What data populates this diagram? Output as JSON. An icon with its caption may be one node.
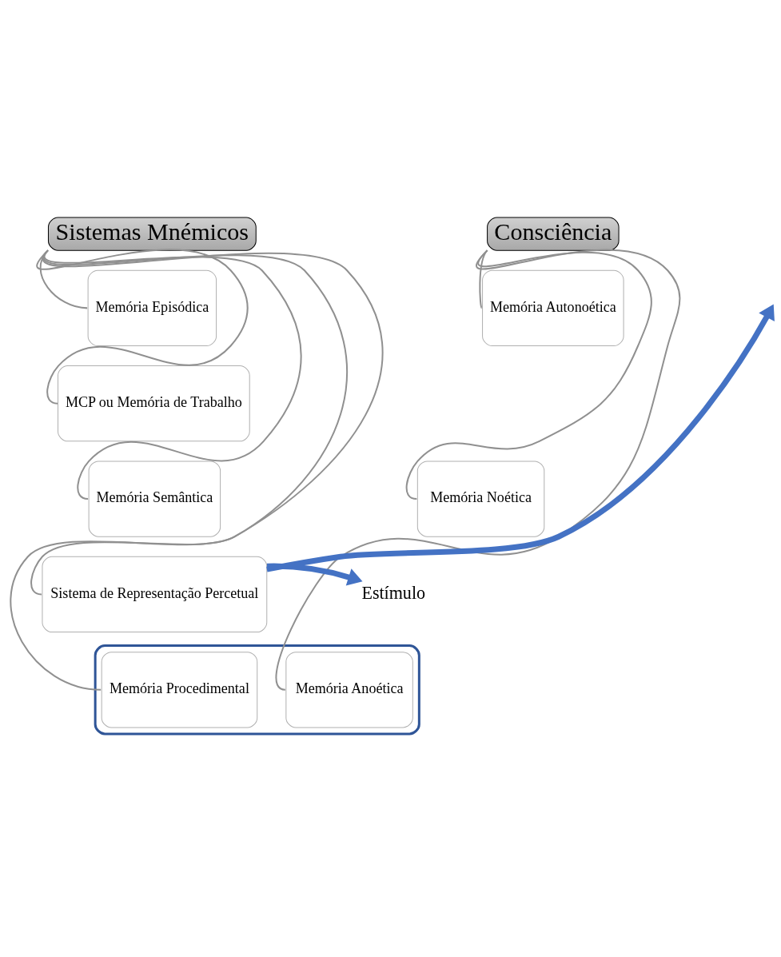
{
  "diagram": {
    "nodes": [
      {
        "text": [
          "Sistemas Mnémicos"
        ]
      },
      {
        "text": [
          "Consciência"
        ]
      },
      {
        "text": [
          "Memória Episódica"
        ]
      },
      {
        "text": [
          "Memória Autonoética"
        ]
      },
      {
        "text": [
          "MCP ou Memória de Trabalho"
        ]
      },
      {
        "text": [
          "Memória Semântica"
        ]
      },
      {
        "text": [
          "Memória Noética"
        ]
      },
      {
        "text": [
          "Estímulo"
        ]
      },
      {
        "text": [
          "Sistema de Representação Percetual"
        ]
      },
      {
        "text": [],
        "shape": "box"
      },
      {
        "text": [
          "Memória Procedimental"
        ],
        "in": 9
      },
      {
        "text": [
          "Memória Anoética"
        ],
        "in": 9
      }
    ],
    "edges": [
      {
        "from": 0,
        "to": 2,
        "arrow": "none"
      },
      {
        "from": 0,
        "to": 4,
        "arrow": "none"
      },
      {
        "from": 0,
        "to": 5,
        "arrow": "none"
      },
      {
        "from": 0,
        "to": 8,
        "arrow": "none"
      },
      {
        "from": 0,
        "to": 10,
        "arrow": "none"
      },
      {
        "from": 1,
        "to": 3,
        "arrow": "none"
      },
      {
        "from": 1,
        "to": 6,
        "arrow": "none"
      },
      {
        "from": 1,
        "to": 11,
        "arrow": "none"
      },
      {
        "from": 8,
        "to": 7,
        "arrow": "to",
        "style": "thick",
        "color": "#4472c4"
      },
      {
        "from": 8,
        "to": null,
        "arrow": "to",
        "style": "thick",
        "color": "#4472c4"
      }
    ]
  }
}
